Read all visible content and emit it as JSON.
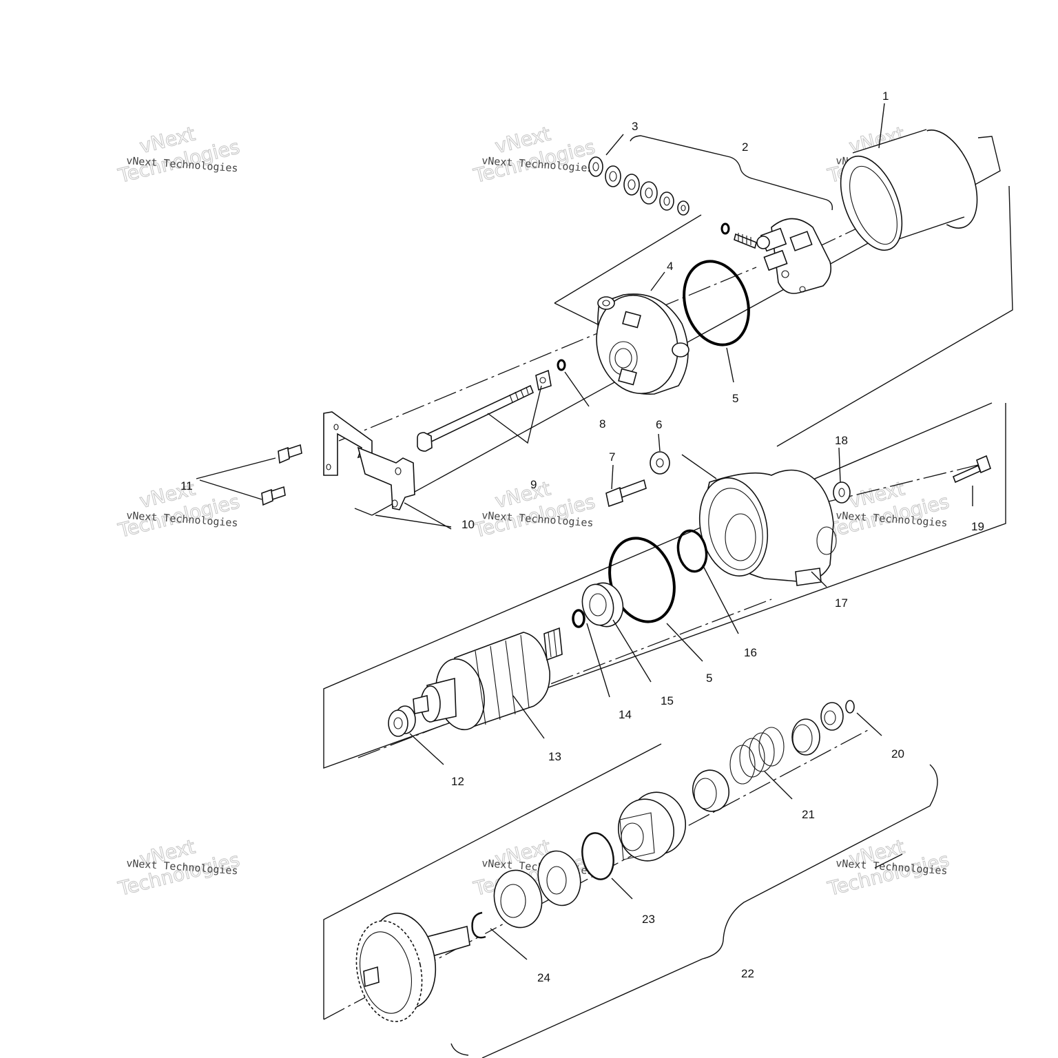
{
  "callouts": [
    {
      "key": "1",
      "text": "1"
    },
    {
      "key": "2",
      "text": "2"
    },
    {
      "key": "3",
      "text": "3"
    },
    {
      "key": "4",
      "text": "4"
    },
    {
      "key": "5a",
      "text": "5"
    },
    {
      "key": "5b",
      "text": "5"
    },
    {
      "key": "6",
      "text": "6"
    },
    {
      "key": "7",
      "text": "7"
    },
    {
      "key": "8",
      "text": "8"
    },
    {
      "key": "9",
      "text": "9"
    },
    {
      "key": "10",
      "text": "10"
    },
    {
      "key": "11",
      "text": "11"
    },
    {
      "key": "12",
      "text": "12"
    },
    {
      "key": "13",
      "text": "13"
    },
    {
      "key": "14",
      "text": "14"
    },
    {
      "key": "15",
      "text": "15"
    },
    {
      "key": "16",
      "text": "16"
    },
    {
      "key": "17",
      "text": "17"
    },
    {
      "key": "18",
      "text": "18"
    },
    {
      "key": "19",
      "text": "19"
    },
    {
      "key": "20",
      "text": "20"
    },
    {
      "key": "21",
      "text": "21"
    },
    {
      "key": "22",
      "text": "22"
    },
    {
      "key": "23",
      "text": "23"
    },
    {
      "key": "24",
      "text": "24"
    }
  ],
  "watermark": {
    "small_text": "vNext Technologies",
    "big_line1": "vNext",
    "big_line2": "Technologies"
  }
}
